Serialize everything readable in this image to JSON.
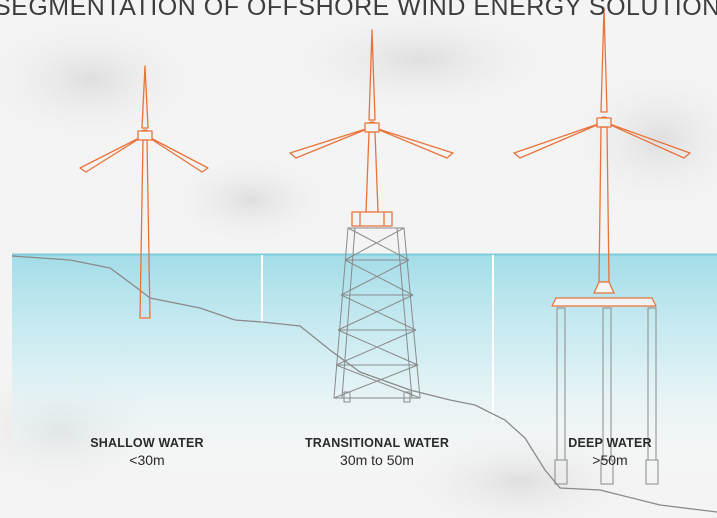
{
  "title": "SEGMENTATION OF OFFSHORE WIND ENERGY SOLUTIONS",
  "zones": [
    {
      "name": "SHALLOW WATER",
      "depth": "<30m"
    },
    {
      "name": "TRANSITIONAL WATER",
      "depth": "30m to 50m"
    },
    {
      "name": "DEEP WATER",
      "depth": ">50m"
    }
  ],
  "colors": {
    "turbine": "#e8733a",
    "water_top": "#9edbe8",
    "structure": "#7a7a7a",
    "seabed": "#8a8a8a",
    "text": "#2a2a2a"
  },
  "icons": [
    "monopile-turbine-icon",
    "jacket-turbine-icon",
    "floating-turbine-icon"
  ]
}
